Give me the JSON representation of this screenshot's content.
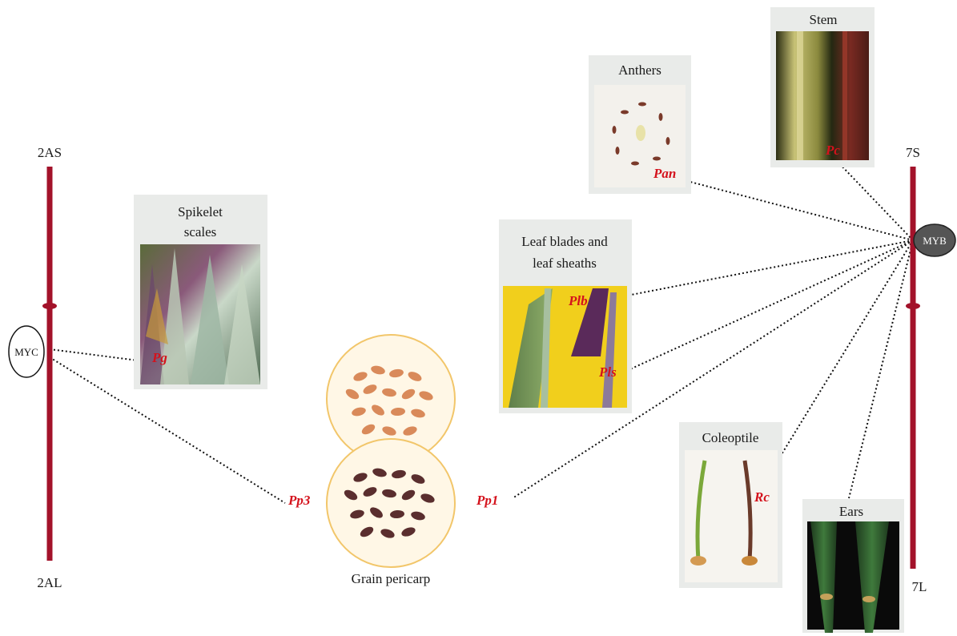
{
  "chromosome_left": {
    "top_label": "2AS",
    "bottom_label": "2AL",
    "factor": "MYC"
  },
  "chromosome_right": {
    "top_label": "7S",
    "bottom_label": "7L",
    "factor": "MYB"
  },
  "panels": {
    "spikelet": {
      "title_line1": "Spikelet",
      "title_line2": "scales",
      "gene": "Pg"
    },
    "anthers": {
      "title": "Anthers",
      "gene": "Pan"
    },
    "stem": {
      "title": "Stem",
      "gene": "Pc"
    },
    "leaf": {
      "title_line1": "Leaf blades and",
      "title_line2": "leaf sheaths",
      "gene_blade": "Plb",
      "gene_sheath": "Pls"
    },
    "coleoptile": {
      "title": "Coleoptile",
      "gene": "Rc"
    },
    "ears": {
      "title": "Ears"
    }
  },
  "grain": {
    "caption": "Grain pericarp",
    "gene_left": "Pp3",
    "gene_right": "Pp1"
  },
  "colors": {
    "chromosome": "#a3122a",
    "gene_label": "#d4121c",
    "panel_bg": "#e9ebe9",
    "grain_ring": "#f2c66a"
  }
}
